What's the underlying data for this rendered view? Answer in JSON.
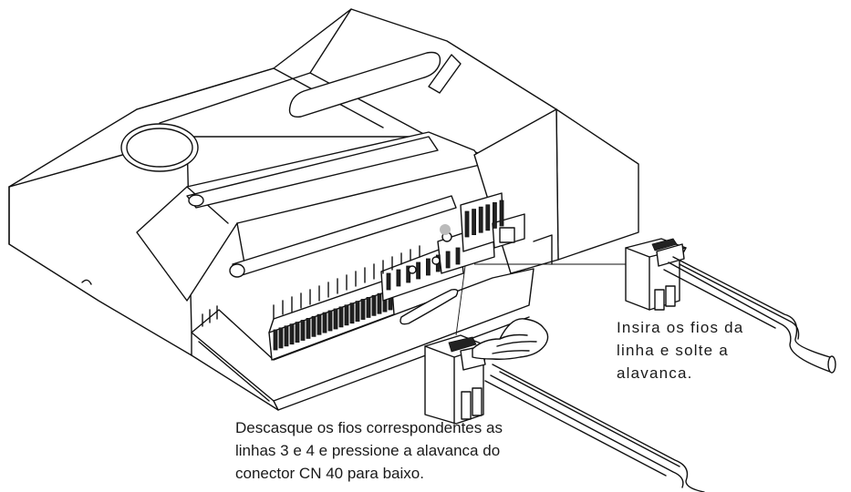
{
  "captions": {
    "insert_wires": {
      "line1": "Insira os fios da",
      "line2": "linha e solte a",
      "line3": "alavanca."
    },
    "strip_wires": {
      "line1": "Descasque os fios correspondentes  as",
      "line2": "linhas 3 e 4 e pressione a alavanca do",
      "line3": "conector CN 40 para baixo."
    }
  }
}
